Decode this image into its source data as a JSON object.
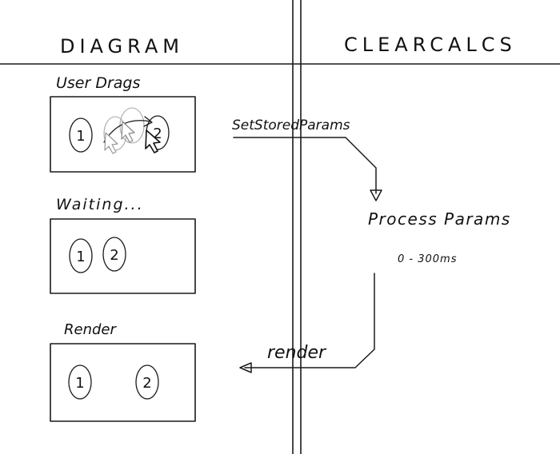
{
  "columns": {
    "left_header": "DIAGRAM",
    "right_header": "CLEARCALCS"
  },
  "steps": [
    {
      "label": "User Drags",
      "nodes": [
        "1",
        "2"
      ]
    },
    {
      "label": "Waiting...",
      "nodes": [
        "1",
        "2"
      ]
    },
    {
      "label": "Render",
      "nodes": [
        "1",
        "2"
      ]
    }
  ],
  "messages": {
    "outgoing": "SetStoredParams",
    "incoming": "render"
  },
  "process": {
    "label": "Process Params",
    "timing": "0 - 300ms"
  }
}
